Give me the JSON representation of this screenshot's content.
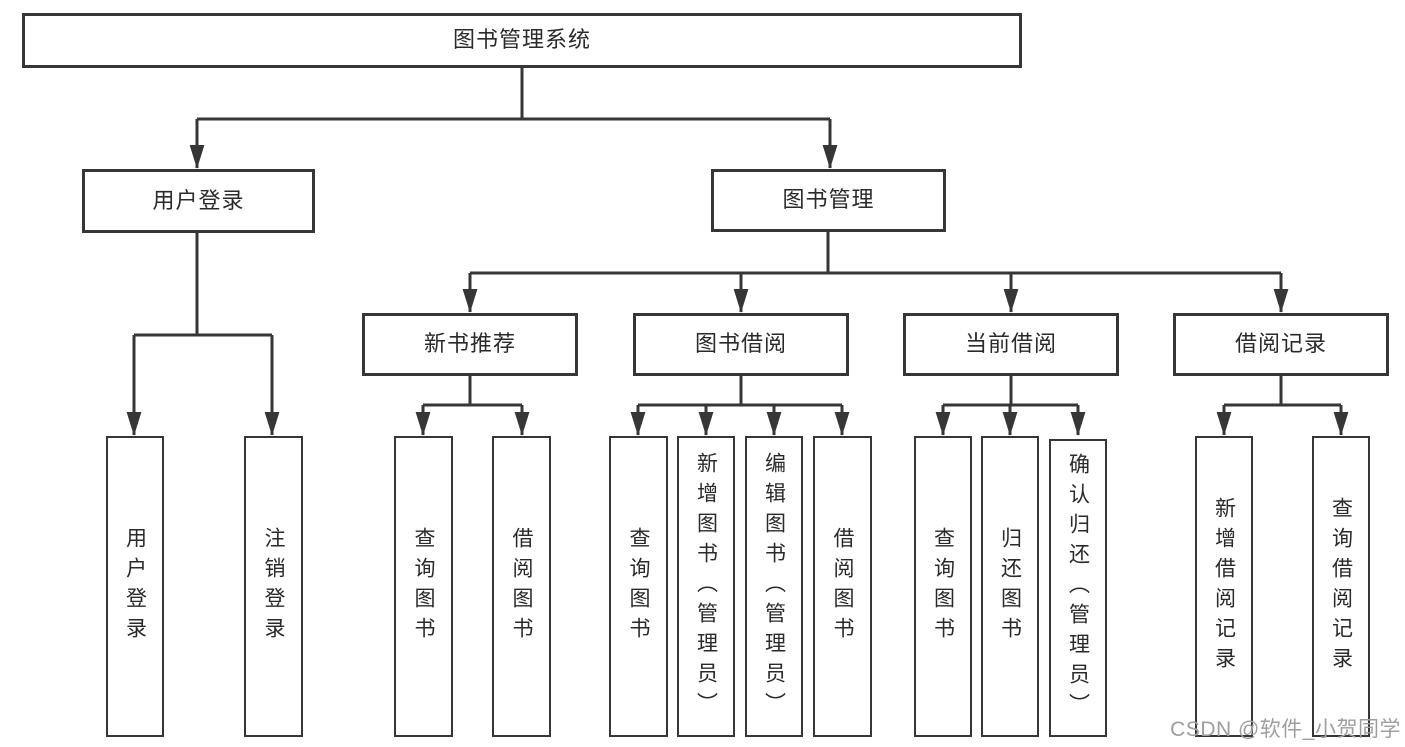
{
  "diagram_type": "feature-structure-tree",
  "colors": {
    "line": "#363636",
    "box_border": "#363636",
    "box_fill": "#ffffff",
    "text": "#2a2a2a",
    "watermark": "#9e9e9e",
    "background": "#ffffff"
  },
  "tree": {
    "label": "图书管理系统",
    "children": [
      {
        "label": "用户登录",
        "children": [
          {
            "label": "用户登录"
          },
          {
            "label": "注销登录"
          }
        ]
      },
      {
        "label": "图书管理",
        "children": [
          {
            "label": "新书推荐",
            "children": [
              {
                "label": "查询图书"
              },
              {
                "label": "借阅图书"
              }
            ]
          },
          {
            "label": "图书借阅",
            "children": [
              {
                "label": "查询图书"
              },
              {
                "label": "新增图书（管理员）"
              },
              {
                "label": "编辑图书（管理员）"
              },
              {
                "label": "借阅图书"
              }
            ]
          },
          {
            "label": "当前借阅",
            "children": [
              {
                "label": "查询图书"
              },
              {
                "label": "归还图书"
              },
              {
                "label": "确认归还（管理员）"
              }
            ]
          },
          {
            "label": "借阅记录",
            "children": [
              {
                "label": "新增借阅记录"
              },
              {
                "label": "查询借阅记录"
              }
            ]
          }
        ]
      }
    ]
  },
  "watermark": {
    "text": "CSDN @软件_小贺同学"
  }
}
